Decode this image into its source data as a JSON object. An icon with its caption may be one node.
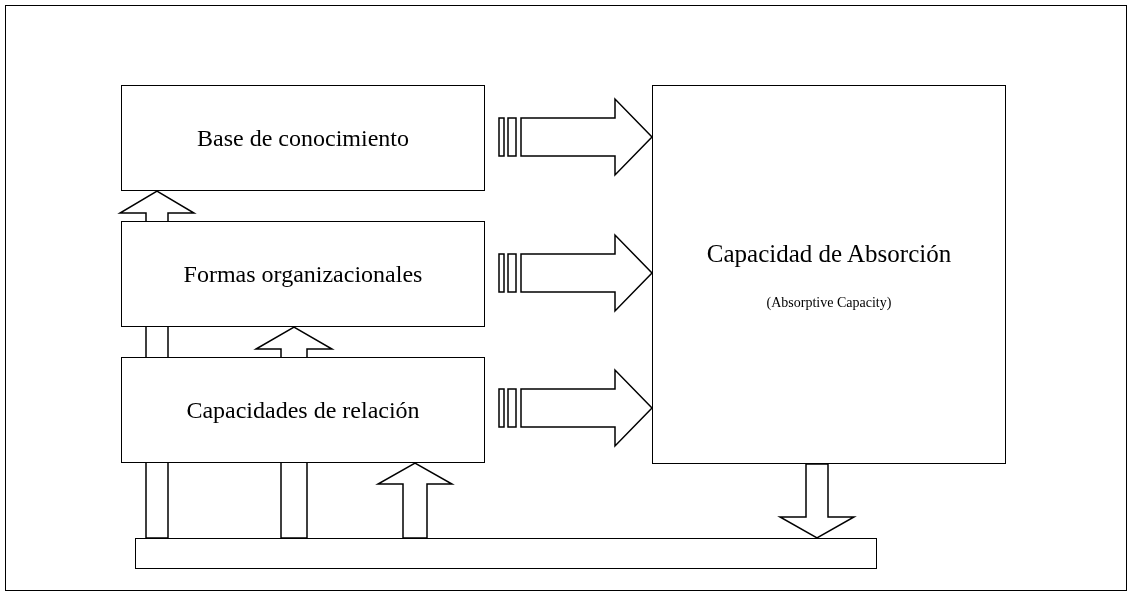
{
  "diagram": {
    "nodes": [
      {
        "text": [
          "Base de conocimiento"
        ]
      },
      {
        "text": [
          "Formas organizacionales"
        ]
      },
      {
        "text": [
          "Capacidades de relación"
        ]
      },
      {
        "text": [
          "Capacidad de Absorción",
          "(Absorptive Capacity)"
        ]
      },
      {
        "text": [],
        "shape": "bar"
      }
    ],
    "edges": [
      {
        "from": 0,
        "to": 3,
        "arrow": "to"
      },
      {
        "from": 1,
        "to": 3,
        "arrow": "to"
      },
      {
        "from": 2,
        "to": 3,
        "arrow": "to"
      },
      {
        "from": 4,
        "to": 0,
        "arrow": "to"
      },
      {
        "from": 4,
        "to": 1,
        "arrow": "to"
      },
      {
        "from": 4,
        "to": 2,
        "arrow": "to"
      },
      {
        "from": 3,
        "to": 4,
        "arrow": "to"
      }
    ]
  }
}
